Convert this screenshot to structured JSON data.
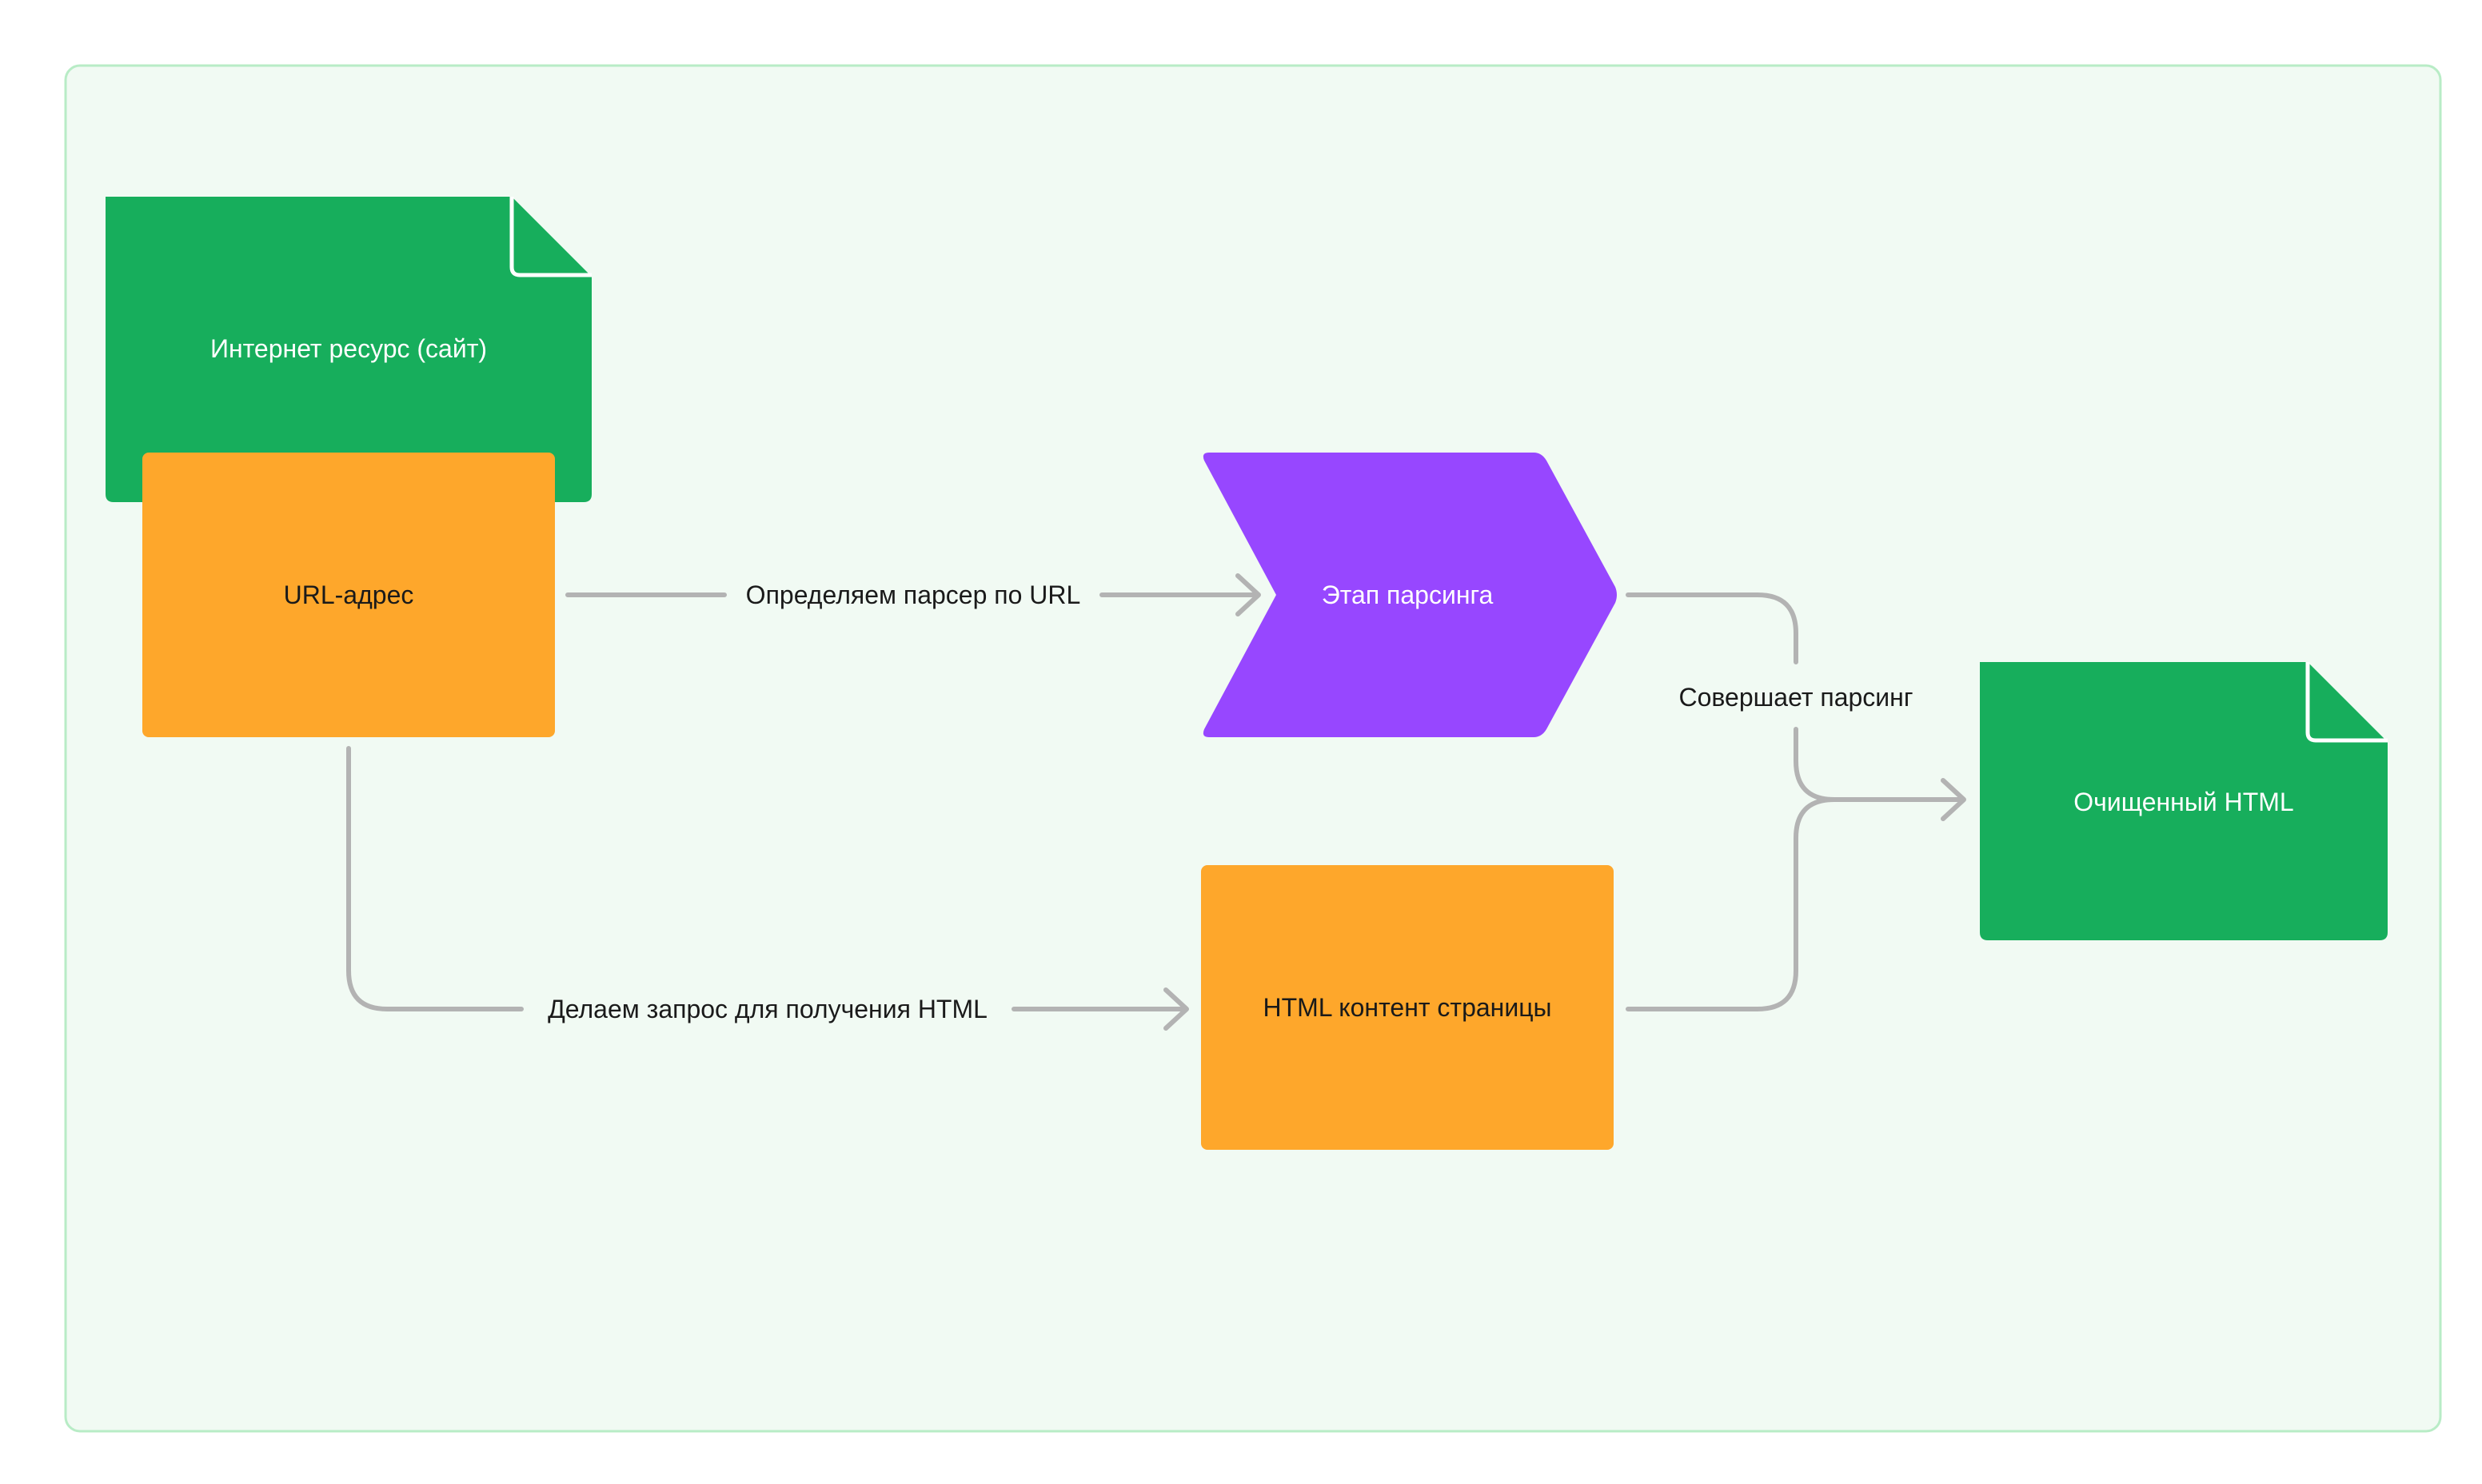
{
  "colors": {
    "canvas_bg": "#f1faf3",
    "canvas_border": "#b8ecc6",
    "document_green": "#17ae5c",
    "process_orange": "#fea72b",
    "stage_purple": "#9747ff",
    "connector_gray": "#b3b3b3",
    "text_light": "#ffffff",
    "text_dark": "#1a1a1a"
  },
  "nodes": {
    "internet_resource": {
      "label": "Интернет ресурс (сайт)",
      "shape": "document"
    },
    "url_address": {
      "label": "URL-адрес",
      "shape": "rectangle"
    },
    "parsing_stage": {
      "label": "Этап парсинга",
      "shape": "chevron"
    },
    "html_page_content": {
      "label": "HTML контент страницы",
      "shape": "rectangle"
    },
    "cleaned_html": {
      "label": "Очищенный HTML",
      "shape": "document"
    }
  },
  "edges": {
    "determine_parser": {
      "label": "Определяем парсер по URL",
      "from": "URL-адрес",
      "to": "Этап парсинга"
    },
    "request_html": {
      "label": "Делаем запрос для получения HTML",
      "from": "URL-адрес",
      "to": "HTML контент страницы"
    },
    "performs_parsing": {
      "label": "Совершает парсинг",
      "from": [
        "Этап парсинга",
        "HTML контент страницы"
      ],
      "to": "Очищенный HTML"
    }
  }
}
